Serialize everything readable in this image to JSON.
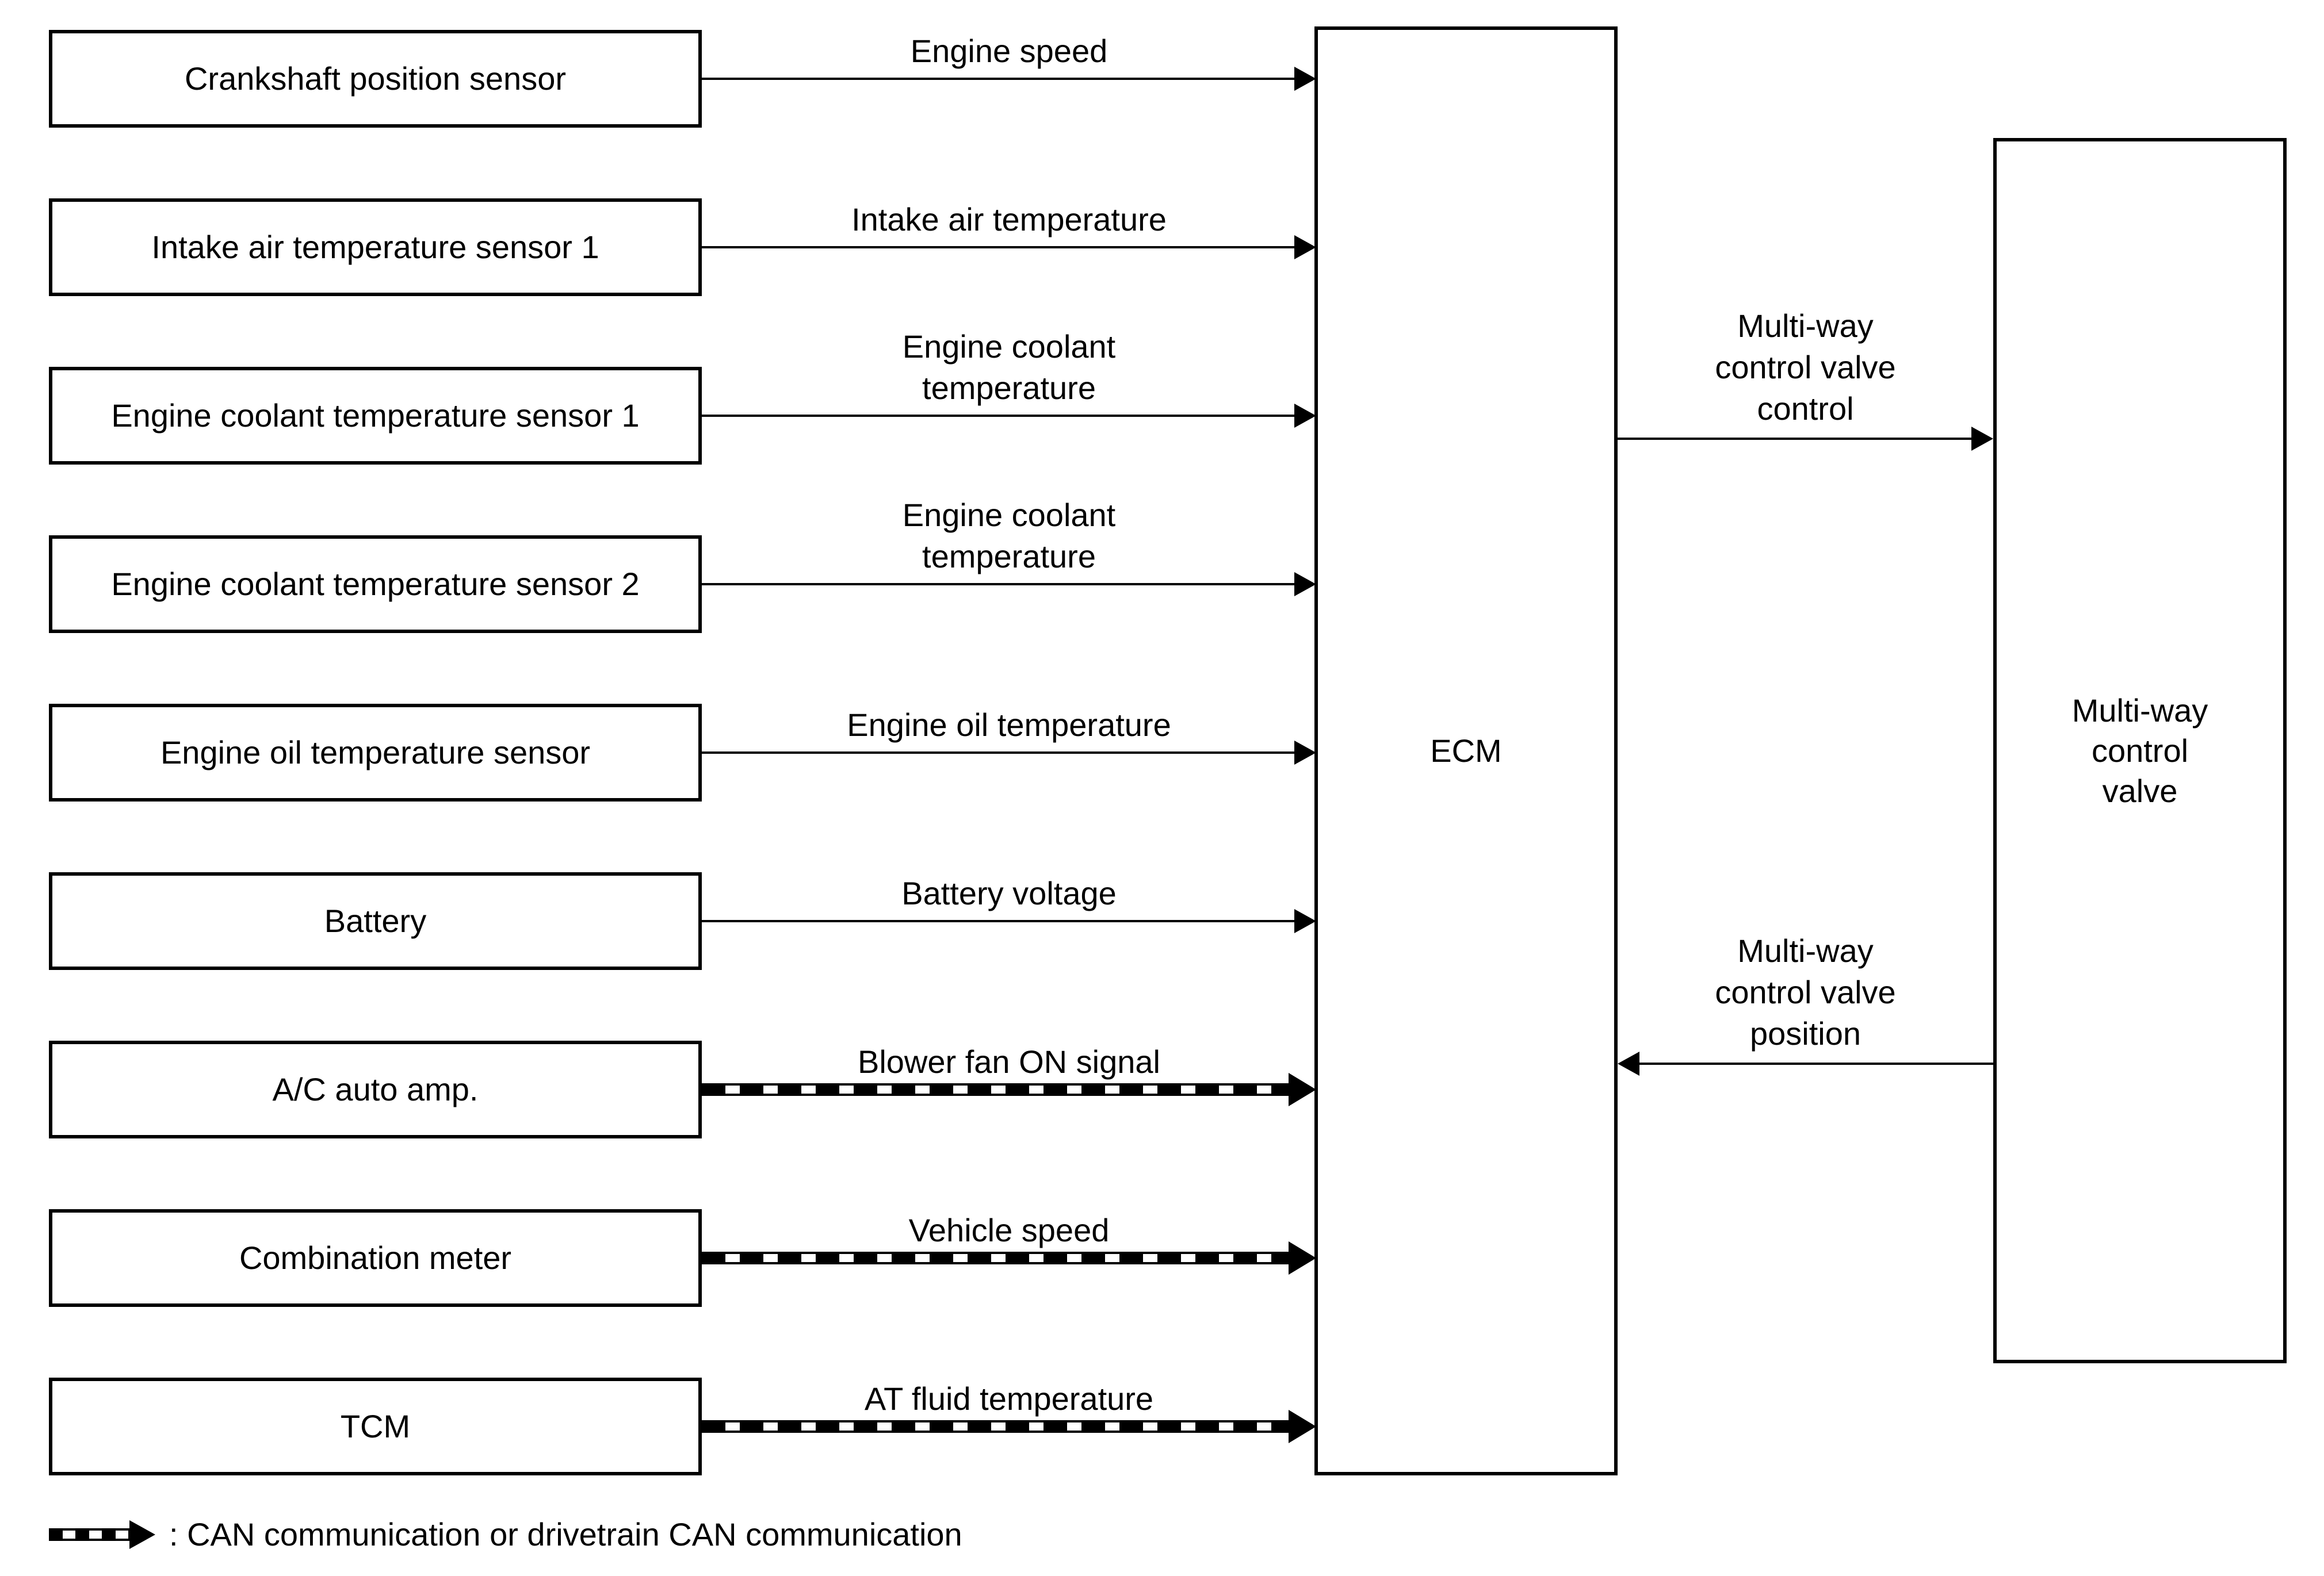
{
  "diagram": {
    "ecm_label": "ECM",
    "valve_label": "Multi-way\ncontrol\nvalve",
    "inputs": [
      {
        "source": "Crankshaft position sensor",
        "signal": "Engine speed",
        "link": "direct"
      },
      {
        "source": "Intake air temperature sensor 1",
        "signal": "Intake air temperature",
        "link": "direct"
      },
      {
        "source": "Engine coolant temperature sensor 1",
        "signal": "Engine coolant\ntemperature",
        "link": "direct"
      },
      {
        "source": "Engine coolant temperature sensor 2",
        "signal": "Engine coolant\ntemperature",
        "link": "direct"
      },
      {
        "source": "Engine oil temperature sensor",
        "signal": "Engine oil temperature",
        "link": "direct"
      },
      {
        "source": "Battery",
        "signal": "Battery voltage",
        "link": "direct"
      },
      {
        "source": "A/C auto amp.",
        "signal": "Blower fan ON signal",
        "link": "can"
      },
      {
        "source": "Combination meter",
        "signal": "Vehicle speed",
        "link": "can"
      },
      {
        "source": "TCM",
        "signal": "AT fluid temperature",
        "link": "can"
      }
    ],
    "outputs": [
      {
        "signal": "Multi-way\ncontrol valve\ncontrol",
        "direction": "ecm-to-valve"
      },
      {
        "signal": "Multi-way\ncontrol valve\nposition",
        "direction": "valve-to-ecm"
      }
    ],
    "legend": ": CAN communication or drivetrain CAN communication",
    "colors": {
      "ink": "#000000",
      "paper": "#ffffff"
    }
  }
}
